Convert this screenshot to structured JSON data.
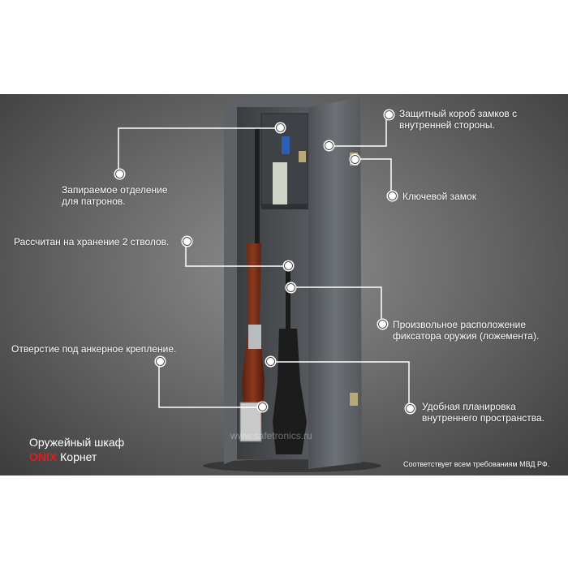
{
  "callouts": {
    "lock_box": [
      "Защитный короб  замков с",
      "внутренней стороны."
    ],
    "key_lock": "Ключевой замок",
    "ammo": [
      "Запираемое отделение",
      "для патронов."
    ],
    "barrels": "Рассчитан на хранение 2 стволов.",
    "holder": [
      "Произвольное расположение",
      "фиксатора оружия (ложемента)."
    ],
    "anchor": "Отверстие под анкерное крепление.",
    "layout": [
      "Удобная планировка",
      "внутреннего пространства."
    ]
  },
  "brand": {
    "line1": "Оружейный шкаф",
    "accent": "ONIX",
    "model": "Корнет"
  },
  "watermark": "www.safetronics.ru",
  "compliance": "Соответствует всем требованиям МВД РФ.",
  "colors": {
    "accent": "#e21b1b",
    "panel": "#6a6a6a",
    "cabinet": "#5c6064"
  }
}
